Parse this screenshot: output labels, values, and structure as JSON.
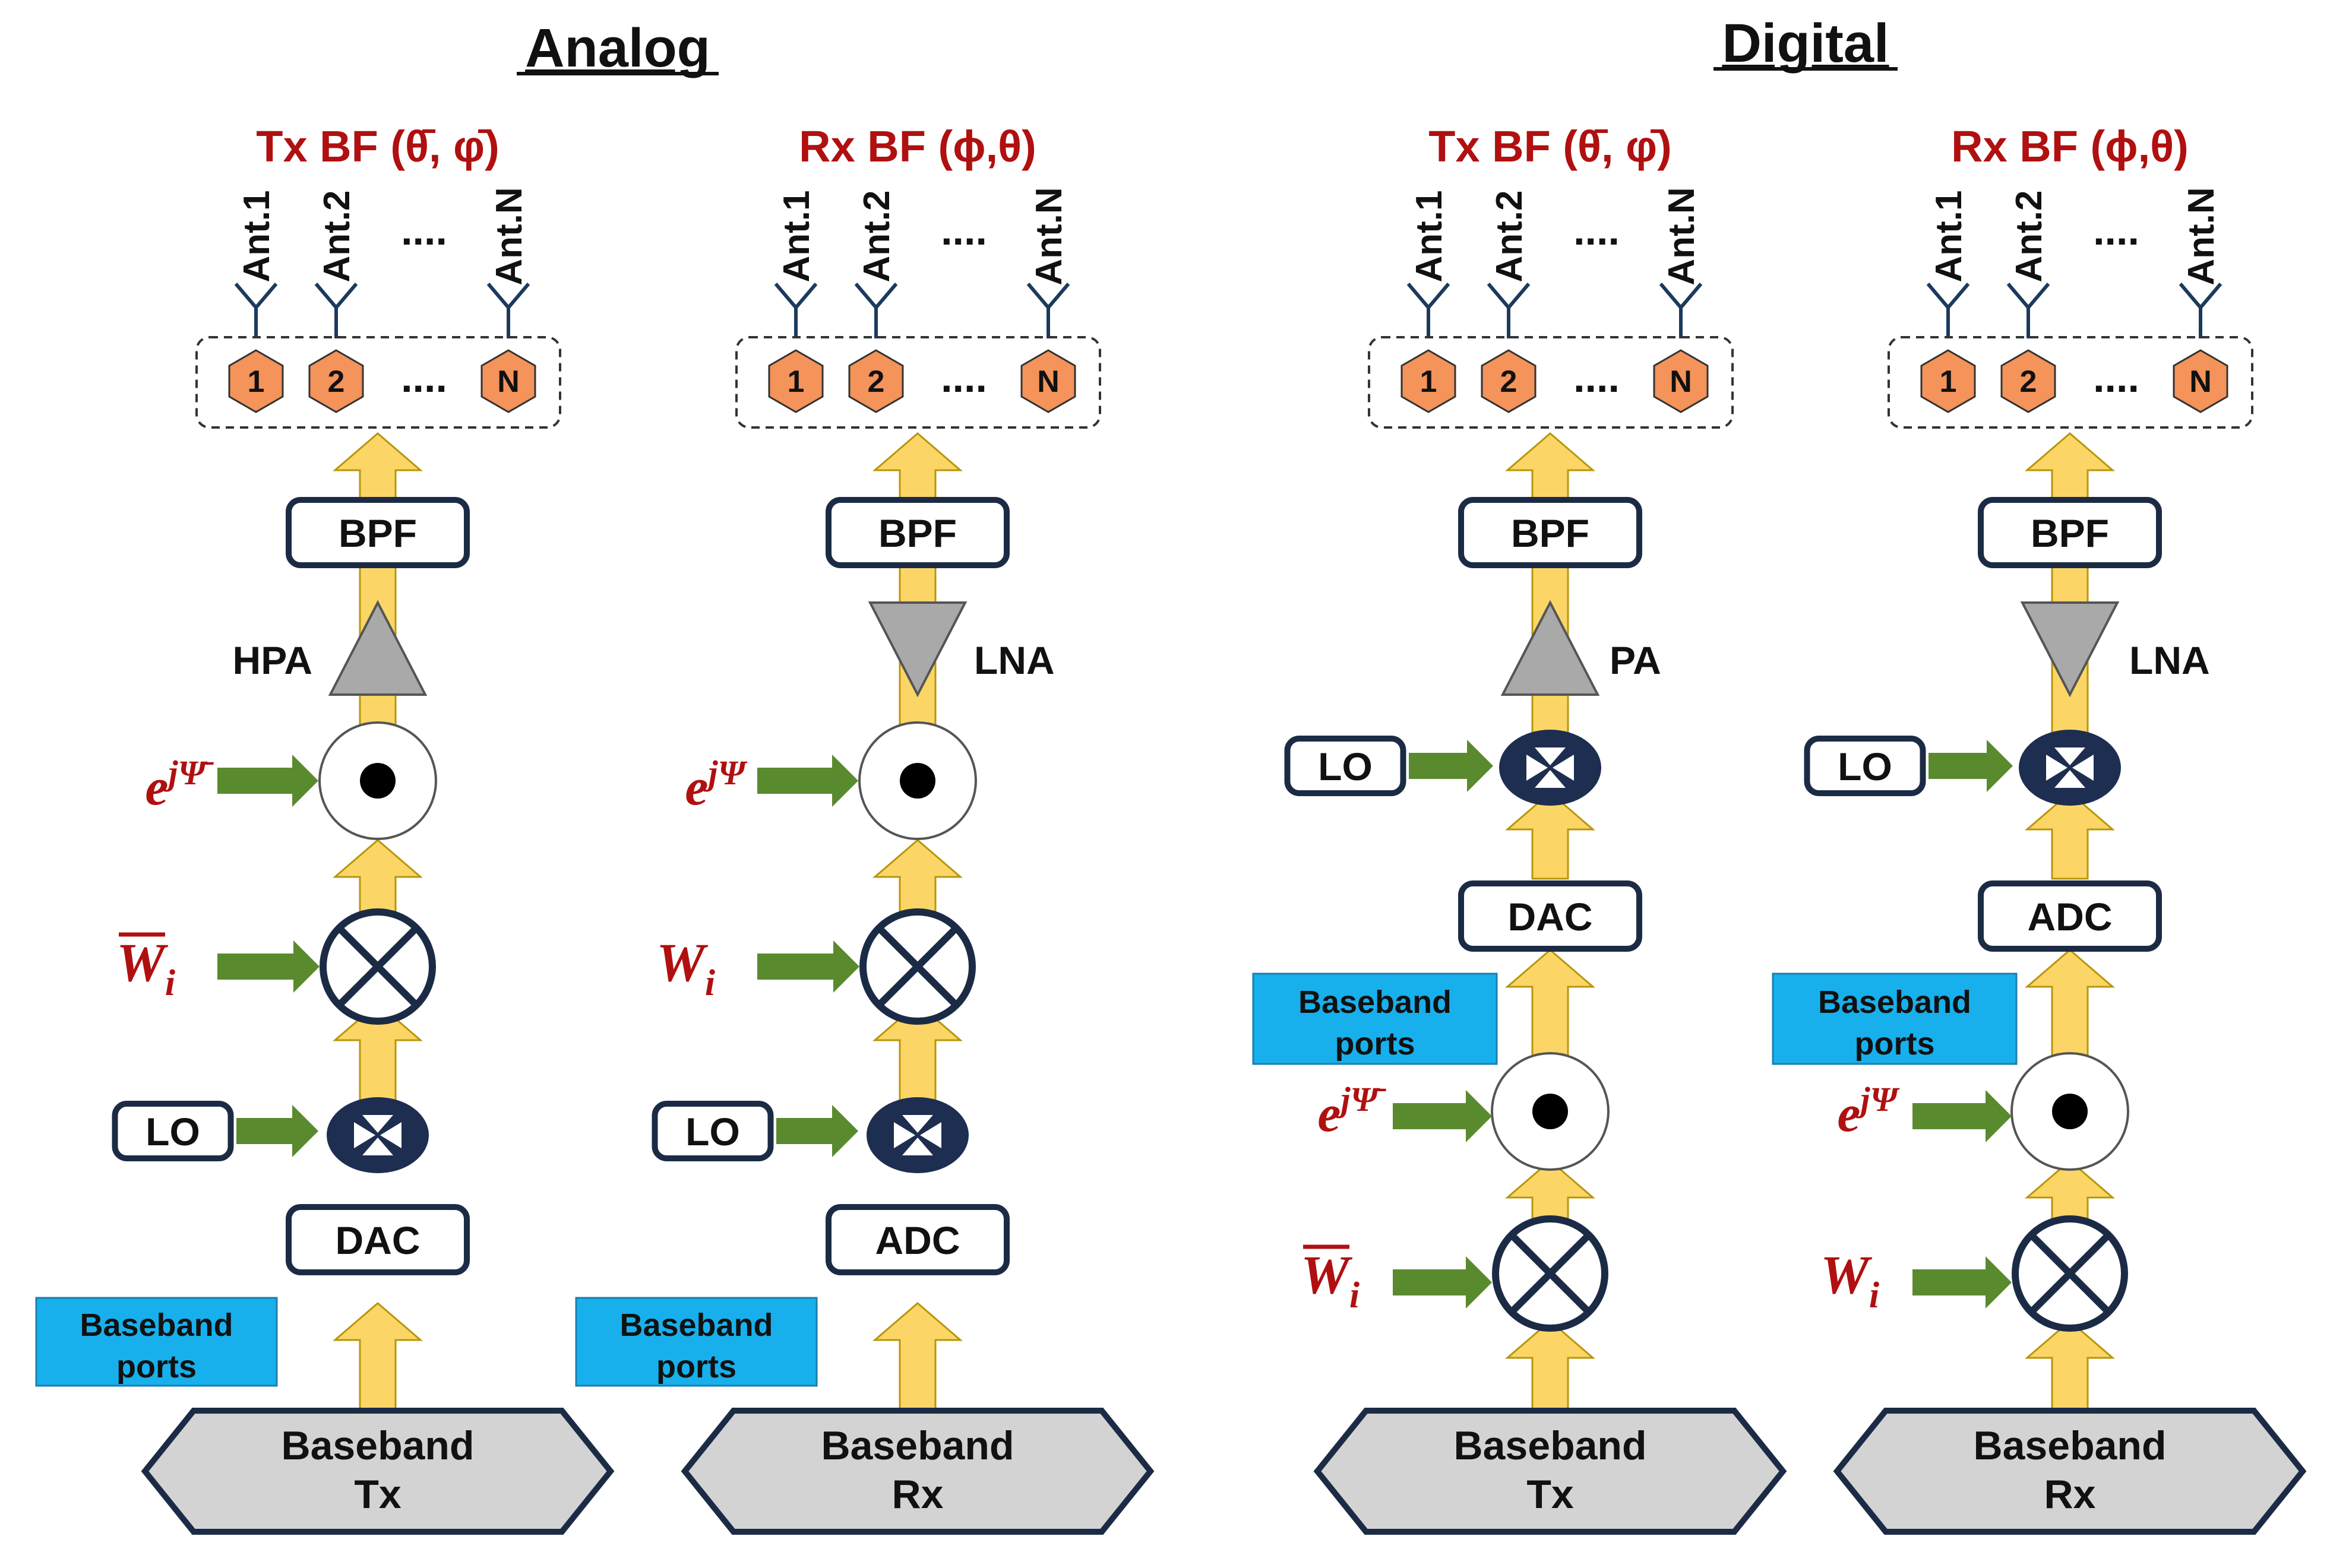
{
  "sections": [
    {
      "title": "Analog"
    },
    {
      "title": "Digital"
    }
  ],
  "chains": [
    {
      "bf_title": "Tx BF (θ̄, φ̄)",
      "antennas": [
        "Ant.1",
        "Ant.2",
        "Ant.N"
      ],
      "antenna_dots": "....",
      "elements": [
        "1",
        "2",
        "N"
      ],
      "element_dots": "....",
      "bpf": "BPF",
      "amp": {
        "label": "HPA",
        "direction": "up"
      },
      "phase": {
        "base": "e",
        "exp": "jΨ̄"
      },
      "weight": {
        "symbol": "W",
        "sub": "i",
        "overbar": true
      },
      "lo": "LO",
      "converter": "DAC",
      "baseband_ports": [
        "Baseband",
        "ports"
      ],
      "baseband": [
        "Baseband",
        "Tx"
      ]
    },
    {
      "bf_title": "Rx BF (ϕ,θ)",
      "antennas": [
        "Ant.1",
        "Ant.2",
        "Ant.N"
      ],
      "antenna_dots": "....",
      "elements": [
        "1",
        "2",
        "N"
      ],
      "element_dots": "....",
      "bpf": "BPF",
      "amp": {
        "label": "LNA",
        "direction": "down"
      },
      "phase": {
        "base": "e",
        "exp": "jΨ"
      },
      "weight": {
        "symbol": "W",
        "sub": "i",
        "overbar": false
      },
      "lo": "LO",
      "converter": "ADC",
      "baseband_ports": [
        "Baseband",
        "ports"
      ],
      "baseband": [
        "Baseband",
        "Rx"
      ]
    },
    {
      "bf_title": "Tx BF (θ̄, φ̄)",
      "antennas": [
        "Ant.1",
        "Ant.2",
        "Ant.N"
      ],
      "antenna_dots": "....",
      "elements": [
        "1",
        "2",
        "N"
      ],
      "element_dots": "....",
      "bpf": "BPF",
      "amp": {
        "label": "PA",
        "direction": "up"
      },
      "phase": {
        "base": "e",
        "exp": "jΨ̄"
      },
      "weight": {
        "symbol": "W",
        "sub": "i",
        "overbar": true
      },
      "lo": "LO",
      "converter": "DAC",
      "baseband_ports": [
        "Baseband",
        "ports"
      ],
      "baseband": [
        "Baseband",
        "Tx"
      ]
    },
    {
      "bf_title": "Rx BF (ϕ,θ)",
      "antennas": [
        "Ant.1",
        "Ant.2",
        "Ant.N"
      ],
      "antenna_dots": "....",
      "elements": [
        "1",
        "2",
        "N"
      ],
      "element_dots": "....",
      "bpf": "BPF",
      "amp": {
        "label": "LNA",
        "direction": "down"
      },
      "phase": {
        "base": "e",
        "exp": "jΨ"
      },
      "weight": {
        "symbol": "W",
        "sub": "i",
        "overbar": false
      },
      "lo": "LO",
      "converter": "ADC",
      "baseband_ports": [
        "Baseband",
        "ports"
      ],
      "baseband": [
        "Baseband",
        "Rx"
      ]
    }
  ],
  "colors": {
    "signal_arrow": "#fbd666",
    "signal_arrow_edge": "#b8960a",
    "input_arrow": "#5a8a2e",
    "box_border": "#1c2b45",
    "mixer_fill": "#1e2e50",
    "element_fill": "#f4935a",
    "amp_fill": "#a9a9a9",
    "hex_fill": "#d3d3d3",
    "ports_fill": "#17b0ec",
    "red_text": "#b01010"
  }
}
